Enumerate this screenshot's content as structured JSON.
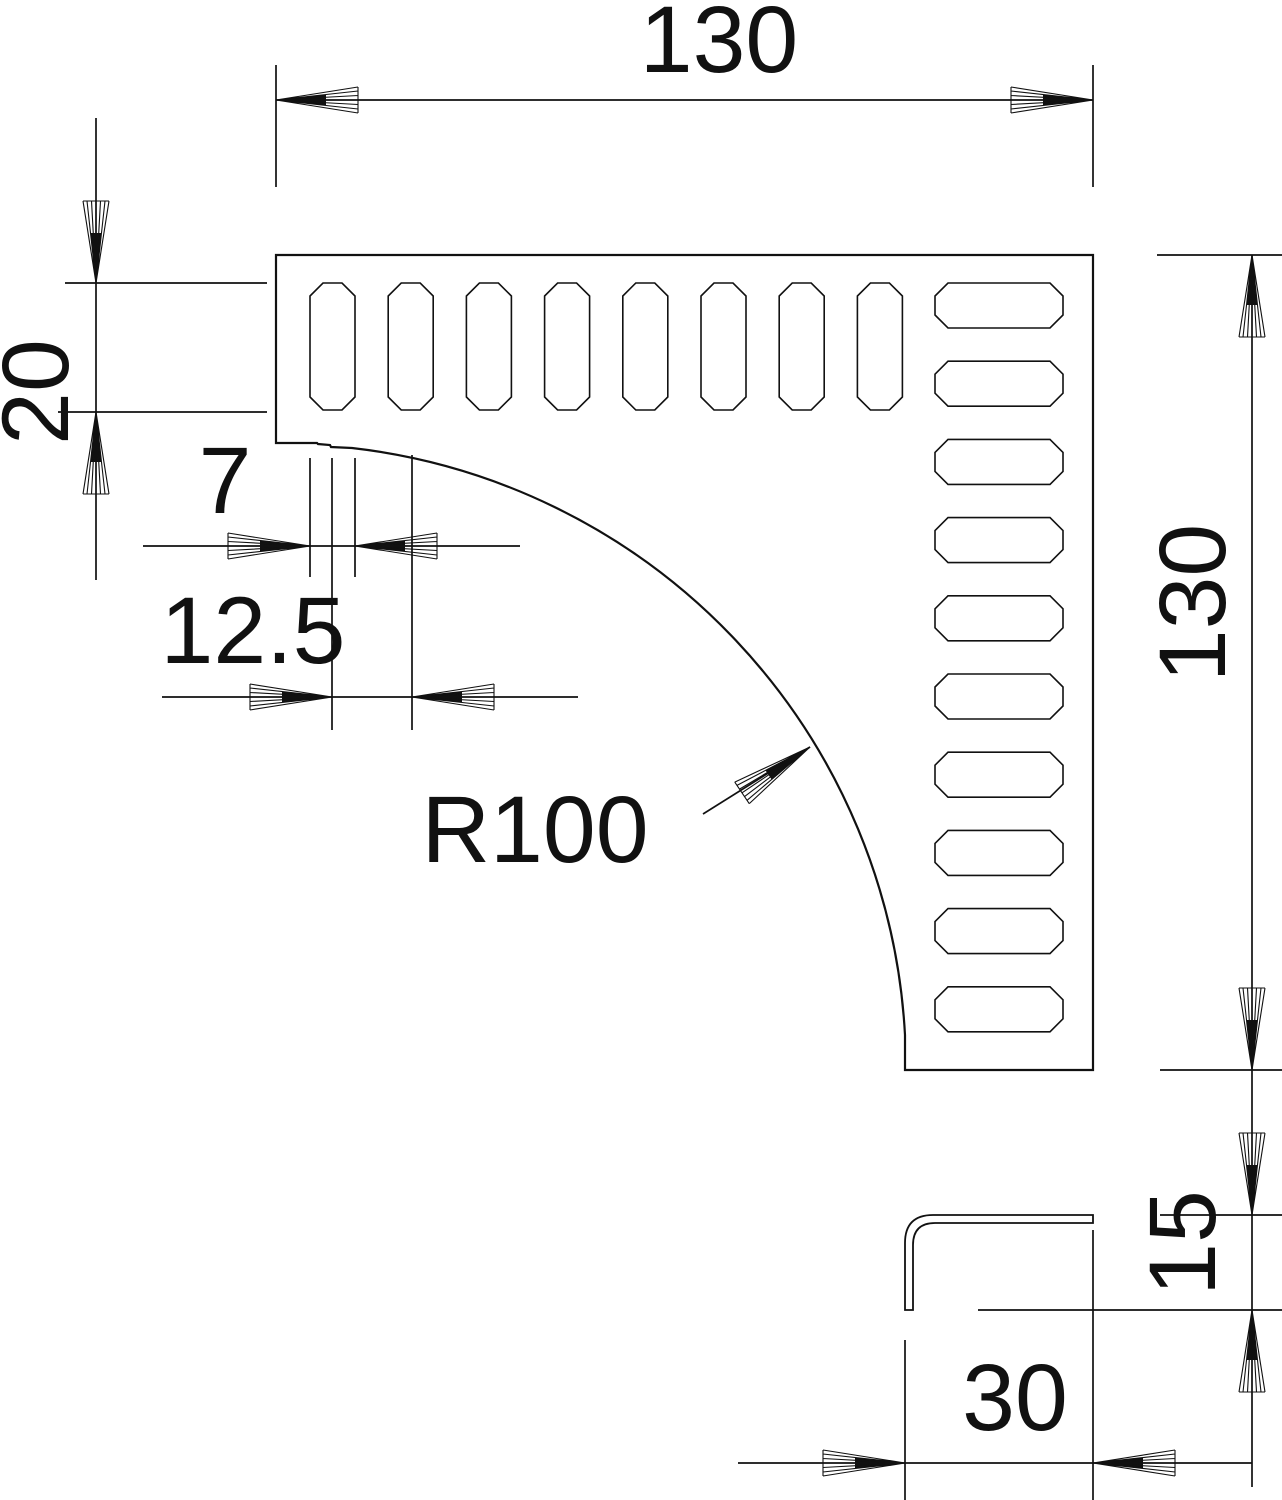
{
  "labels": {
    "top_width": "130",
    "slot_length": "20",
    "slot_width": "7",
    "slot_pitch": "12.5",
    "corner_radius": "R100",
    "right_height": "130",
    "profile_height": "15",
    "profile_width": "30"
  },
  "part": {
    "vertical_slot_count": 8,
    "horizontal_slot_count": 10
  },
  "colors": {
    "line": "#111111",
    "background": "#ffffff"
  }
}
